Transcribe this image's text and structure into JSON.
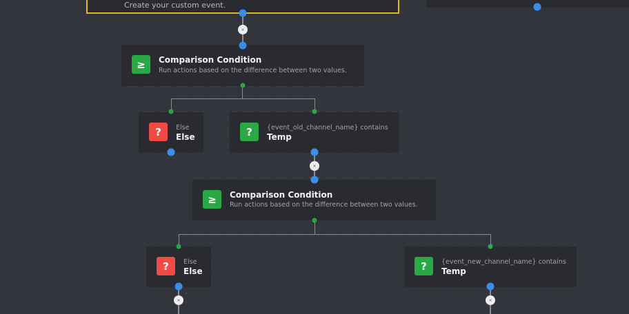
{
  "trigger": {
    "subtitle": "Create your custom event."
  },
  "colors": {
    "accent_yellow": "#e8b323",
    "green": "#2aa845",
    "red": "#f04c45",
    "blue": "#3b8ee8"
  },
  "nodes": [
    {
      "icon": "≥",
      "title": "Comparison Condition",
      "subtitle": "Run actions based on the difference between two values."
    },
    {
      "icon": "?",
      "label": "Else",
      "title": "Else"
    },
    {
      "icon": "?",
      "label": "{event_old_channel_name} contains",
      "title": "Temp"
    },
    {
      "icon": "≥",
      "title": "Comparison Condition",
      "subtitle": "Run actions based on the difference between two values."
    },
    {
      "icon": "?",
      "label": "Else",
      "title": "Else"
    },
    {
      "icon": "?",
      "label": "{event_new_channel_name} contains",
      "title": "Temp"
    }
  ],
  "remove_icon": "×"
}
